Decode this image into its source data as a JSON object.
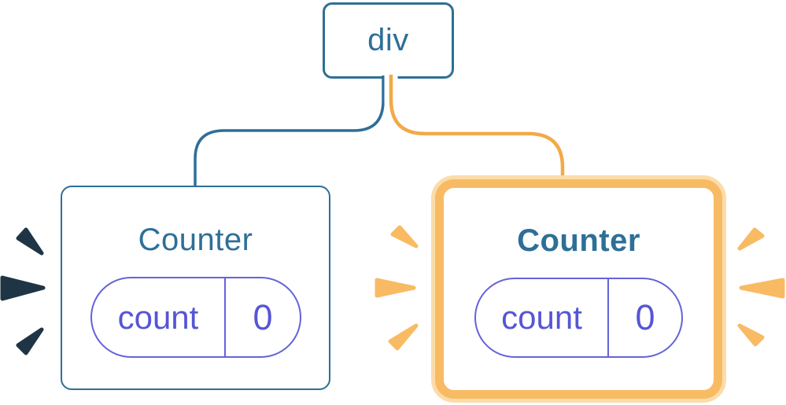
{
  "diagram": {
    "root": {
      "label": "div"
    },
    "children": [
      {
        "title": "Counter",
        "state": {
          "key": "count",
          "value": "0"
        },
        "highlighted": false
      },
      {
        "title": "Counter",
        "state": {
          "key": "count",
          "value": "0"
        },
        "highlighted": true
      }
    ],
    "colors": {
      "tree_blue": "#2e6f97",
      "state_indigo": "#5655d6",
      "pill_border": "#6463da",
      "highlight_orange": "#f8bb63",
      "highlight_halo": "#fbdcaa",
      "edge_orange": "#f2a947",
      "edge_casing": "#ffffff",
      "burst_dark": "#1f3545",
      "background": "#ffffff"
    }
  }
}
